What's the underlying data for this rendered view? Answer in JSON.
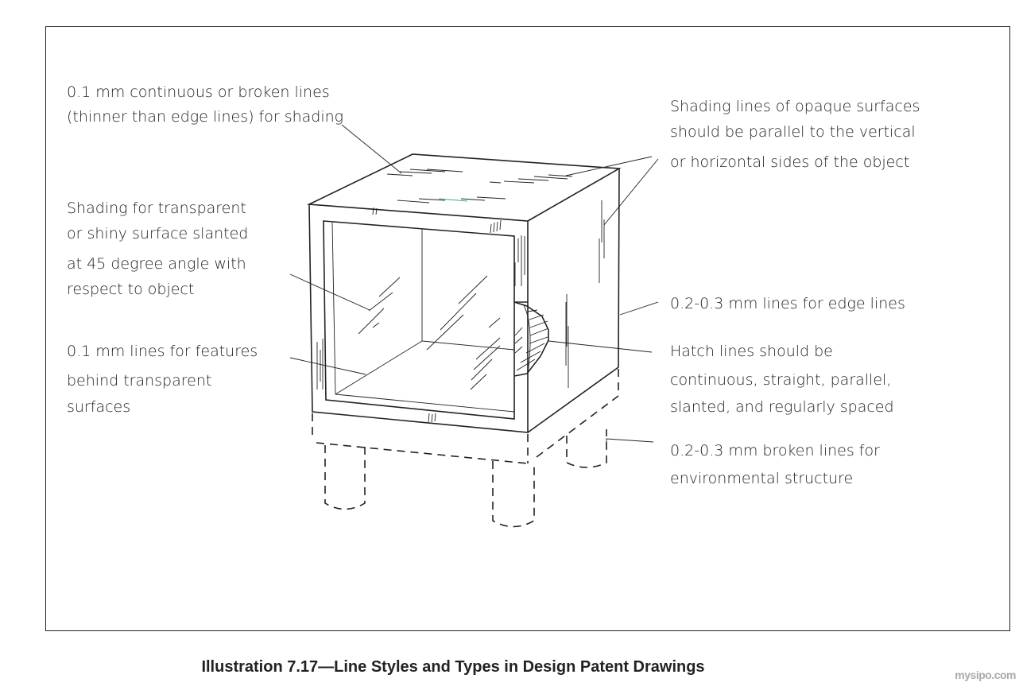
{
  "labels": {
    "shading_lines": [
      "0.1 mm continuous or broken lines",
      "(thinner than edge lines) for shading"
    ],
    "opaque": [
      "Shading lines of opaque surfaces",
      "should be parallel to the vertical",
      "or horizontal sides of the object"
    ],
    "transparent": [
      "Shading for transparent",
      "or shiny surface slanted",
      "at 45 degree angle with",
      "respect to object"
    ],
    "features": [
      "0.1 mm lines for features",
      "behind transparent",
      "surfaces"
    ],
    "edge": [
      "0.2-0.3 mm lines for edge lines"
    ],
    "hatch": [
      "Hatch lines should be",
      "continuous, straight, parallel,",
      "slanted, and regularly spaced"
    ],
    "broken": [
      "0.2-0.3 mm broken lines for",
      "environmental structure"
    ]
  },
  "caption": "Illustration 7.17—Line Styles and Types in Design Patent Drawings",
  "watermark": "mysipo.com"
}
